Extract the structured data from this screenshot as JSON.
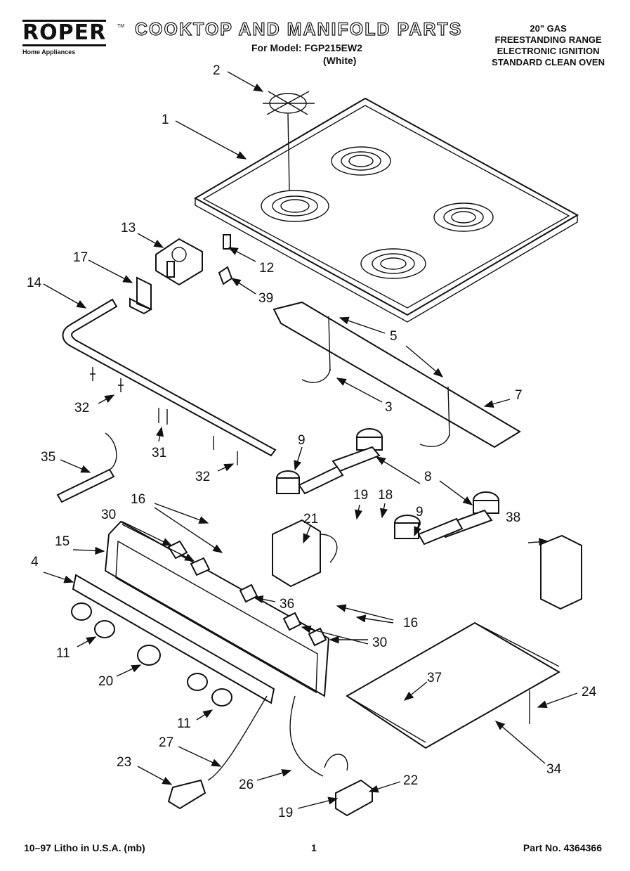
{
  "header": {
    "brand": "ROPER",
    "brand_tm": "TM",
    "brand_tagline": "Home Appliances",
    "title": "COOKTOP AND MANIFOLD PARTS",
    "model_line": "For Model: FGP215EW2",
    "model_color": "(White)",
    "spec_lines": [
      "20\" GAS",
      "FREESTANDING RANGE",
      "ELECTRONIC IGNITION",
      "STANDARD CLEAN OVEN"
    ]
  },
  "callouts": [
    "1",
    "2",
    "3",
    "4",
    "5",
    "7",
    "8",
    "9",
    "9",
    "11",
    "11",
    "12",
    "13",
    "14",
    "15",
    "16",
    "16",
    "17",
    "18",
    "19",
    "19",
    "20",
    "21",
    "22",
    "23",
    "24",
    "26",
    "27",
    "30",
    "30",
    "31",
    "32",
    "32",
    "34",
    "35",
    "36",
    "37",
    "38",
    "39"
  ],
  "footer": {
    "left": "10–97 Litho in U.S.A. (mb)",
    "page": "1",
    "part_no": "Part No. 4364366"
  },
  "colors": {
    "ink": "#111111",
    "paper": "#ffffff"
  }
}
